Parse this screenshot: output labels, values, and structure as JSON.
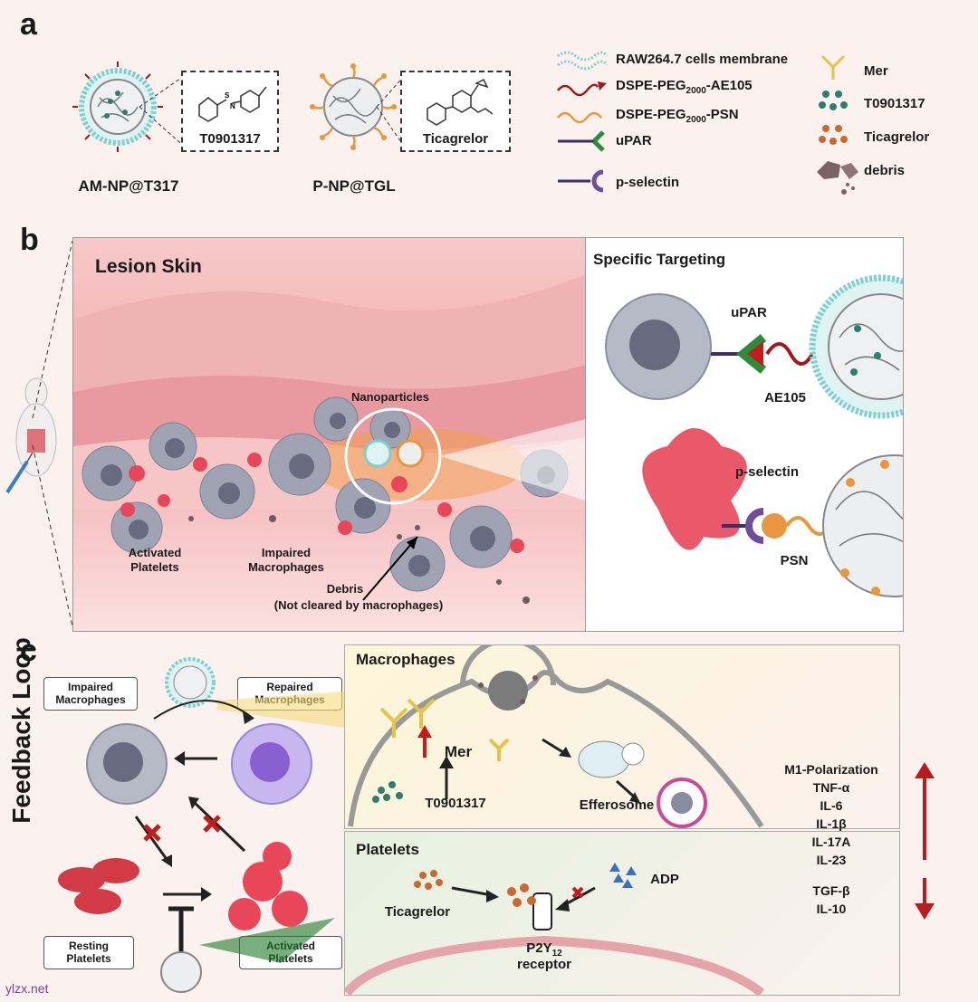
{
  "panels": {
    "a": "a",
    "b": "b",
    "c": "c"
  },
  "panel_a": {
    "np1": {
      "name": "AM-NP@T317",
      "drug": "T0901317"
    },
    "np2": {
      "name": "P-NP@TGL",
      "drug": "Ticagrelor"
    },
    "legend": [
      {
        "key": "membrane",
        "label": "RAW264.7 cells membrane"
      },
      {
        "key": "ae105",
        "label": "DSPE-PEG",
        "sub": "2000",
        "suffix": "-AE105"
      },
      {
        "key": "psn",
        "label": "DSPE-PEG",
        "sub": "2000",
        "suffix": "-PSN"
      },
      {
        "key": "upar",
        "label": "uPAR"
      },
      {
        "key": "pselectin",
        "label": "p-selectin"
      },
      {
        "key": "mer",
        "label": "Mer"
      },
      {
        "key": "t0901317",
        "label": "T0901317"
      },
      {
        "key": "ticagrelor",
        "label": "Ticagrelor"
      },
      {
        "key": "debris",
        "label": "debris"
      }
    ]
  },
  "panel_b": {
    "title": "Lesion Skin",
    "nanoparticles": "Nanoparticles",
    "activated_platelets": "Activated\nPlatelets",
    "impaired_macrophages": "Impaired\nMacrophages",
    "debris": "Debris",
    "debris_note": "(Not cleared by macrophages)",
    "targeting_title": "Specific Targeting",
    "upar": "uPAR",
    "ae105": "AE105",
    "pselectin": "p-selectin",
    "psn": "PSN"
  },
  "panel_c": {
    "feedback_loop": "Feedback Loop",
    "impaired_macrophages": "Impaired\nMacrophages",
    "repaired_macrophages": "Repaired\nMacrophages",
    "resting_platelets": "Resting\nPlatelets",
    "activated_platelets": "Activated\nPlatelets",
    "macrophages_title": "Macrophages",
    "mer": "Mer",
    "t0901317": "T0901317",
    "efferosome": "Efferosome",
    "platelets_title": "Platelets",
    "ticagrelor": "Ticagrelor",
    "adp": "ADP",
    "p2y12": "P2Y",
    "p2y12_sub": "12",
    "receptor": "receptor",
    "cytokines_up": [
      "M1-Polarization",
      "TNF-α",
      "IL-6",
      "IL-1β",
      "IL-17A",
      "IL-23"
    ],
    "cytokines_down": [
      "TGF-β",
      "IL-10"
    ]
  },
  "watermark": "ylzx.net",
  "colors": {
    "membrane": "#7ecfd0",
    "ae105": "#9e1b1b",
    "psn": "#e8963f",
    "upar": "#2f8a3a",
    "pselectin": "#6b4f9e",
    "mer": "#e6c24a",
    "t0901317": "#2e7d6e",
    "ticagrelor": "#c96a32",
    "platelet": "#e8475a",
    "macrophage": "#8f93a6"
  }
}
